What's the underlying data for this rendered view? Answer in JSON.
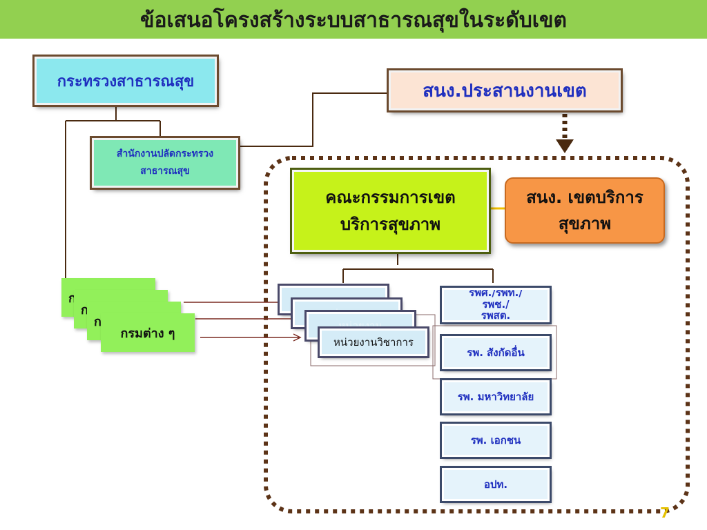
{
  "header": {
    "title": "ข้อเสนอโครงสร้างระบบสาธารณสุขในระดับเขต",
    "bg_color": "#92d050"
  },
  "nodes": {
    "moph": "กระทรวงสาธารณสุข",
    "ops_line1": "สำนักงานปลัดกระทรวง",
    "ops_line2": "สาธารณสุข",
    "regional_coordination": "สนง.ประสานงานเขต",
    "committee_line1": "คณะกรรมการเขต",
    "committee_line2": "บริการสุขภาพ",
    "zone_office_line1": "สนง. เขตบริการ",
    "zone_office_line2": "สุขภาพ",
    "departments": "กรมต่าง ๆ",
    "academic_unit": "หน่วยงานวิชาการ",
    "academic_unit_partial": "หน่วยงาน"
  },
  "hospitals": [
    {
      "line1": "รพศ./รพท./",
      "line2": "รพช./",
      "line3": "รพสต."
    },
    {
      "line1": "รพ. สังกัดอื่น"
    },
    {
      "line1": "รพ. มหาวิทยาลัย"
    },
    {
      "line1": "รพ. เอกชน"
    },
    {
      "line1": "อปท."
    }
  ],
  "page_number": "7",
  "colors": {
    "moph": "#8ce8ee",
    "ops": "#7fe8b5",
    "coordination": "#fce4d4",
    "committee": "#c6f21a",
    "zone_office": "#f79646",
    "departments": "#92f05a",
    "unit": "#d5ecf7",
    "hospital": "#e5f3fb",
    "dotted_frame": "#5c3317"
  }
}
